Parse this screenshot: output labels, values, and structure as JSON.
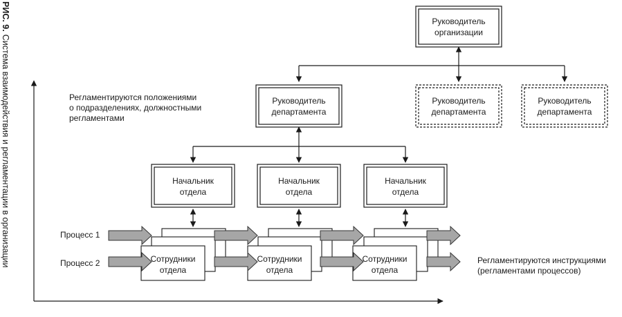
{
  "caption": {
    "prefix": "РИС. 9.",
    "text": "Система взаимодействия и регламентации в организации"
  },
  "nodes": {
    "org_head": [
      "Руководитель",
      "организации"
    ],
    "dept_heads": [
      [
        "Руководитель",
        "департамента"
      ],
      [
        "Руководитель",
        "департамента"
      ],
      [
        "Руководитель",
        "департамента"
      ]
    ],
    "section_heads": [
      [
        "Начальник",
        "отдела"
      ],
      [
        "Начальник",
        "отдела"
      ],
      [
        "Начальник",
        "отдела"
      ]
    ],
    "staff": [
      [
        "Сотрудники",
        "отдела"
      ],
      [
        "Сотрудники",
        "отдела"
      ],
      [
        "Сотрудники",
        "отдела"
      ]
    ]
  },
  "processes": [
    "Процесс 1",
    "Процесс 2"
  ],
  "notes": {
    "upper": [
      "Регламентируются положениями",
      "о подразделениях, должностными",
      "регламентами"
    ],
    "lower": [
      "Регламентируются инструкциями",
      "(регламентами процессов)"
    ]
  },
  "colors": {
    "line": "#1a1a1a",
    "arrow_fill": "#a6a6a6",
    "arrow_stroke": "#333333",
    "background": "#ffffff"
  }
}
